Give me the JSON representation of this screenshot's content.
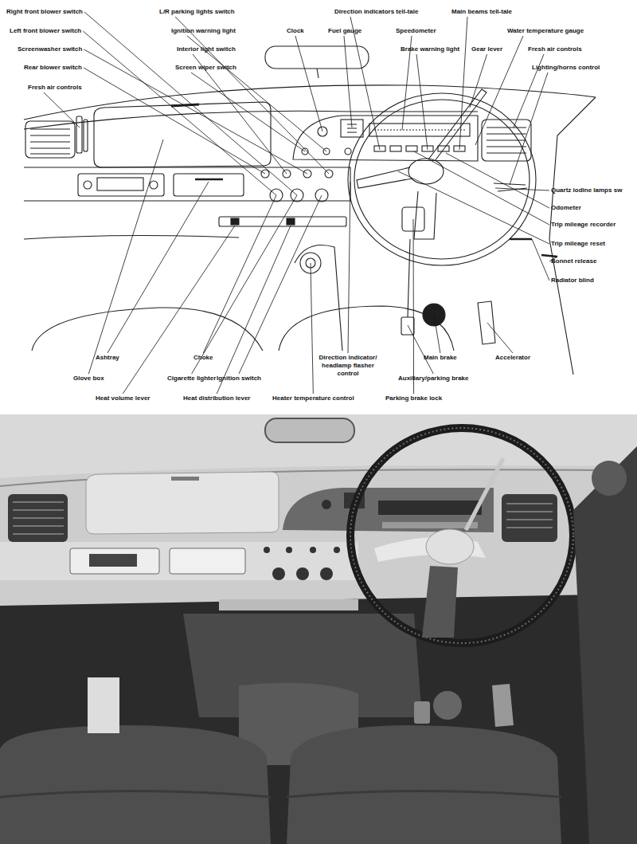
{
  "diagram": {
    "labels": [
      "Right front blower switch",
      "Left front blower switch",
      "Screenwasher switch",
      "Rear blower switch",
      "Fresh air controls",
      "L/R parking lights switch",
      "Ignition warning light",
      "Interior light switch",
      "Screen wiper switch",
      "Clock",
      "Fuel gauge",
      "Direction indicators tell-tale",
      "Speedometer",
      "Brake warning light",
      "Main beams tell-tale",
      "Gear lever",
      "Water temperature gauge",
      "Fresh air controls",
      "Lighting/horns control",
      "Quartz iodine lamps sw",
      "Odometer",
      "Trip mileage recorder",
      "Trip mileage reset",
      "Bonnet release",
      "Radiator blind",
      "Ashtray",
      "Choke",
      "Glove box",
      "Cigarette lighter",
      "Heat volume lever",
      "Heat distribution lever",
      "Ignition switch",
      "Heater temperature control",
      "Direction indicator/ headlamp flasher control",
      "Main brake",
      "Accelerator",
      "Auxiliary/parking brake",
      "Parking brake lock"
    ]
  }
}
